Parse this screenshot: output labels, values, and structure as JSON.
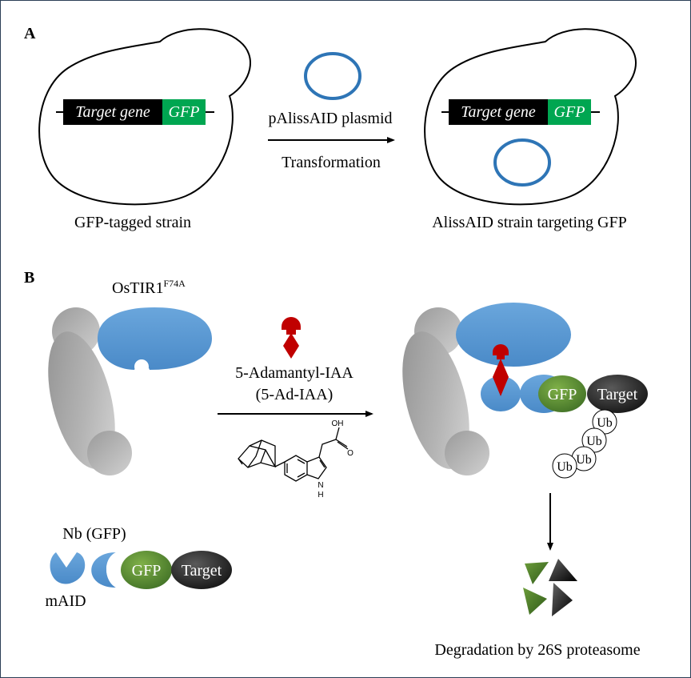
{
  "panel_a": {
    "label": "A",
    "left_gene_label": "Target gene",
    "left_tag_label": "GFP",
    "left_caption": "GFP-tagged strain",
    "plasmid_label": "pAlissAID plasmid",
    "arrow_label": "Transformation",
    "right_gene_label": "Target gene",
    "right_tag_label": "GFP",
    "right_caption": "AlissAID strain targeting GFP"
  },
  "panel_b": {
    "label": "B",
    "receptor_label": "OsTIR1",
    "receptor_superscript": "F74A",
    "ligand_name": "5-Adamantyl-IAA",
    "ligand_abbrev": "(5-Ad-IAA)",
    "molecule_label_oh": "OH",
    "molecule_label_o": "O",
    "molecule_label_nh": "N",
    "molecule_label_h": "H",
    "nb_label": "Nb (GFP)",
    "maid_label": "mAID",
    "gfp_label": "GFP",
    "target_label": "Target",
    "ub_label": "Ub",
    "degradation_caption": "Degradation by 26S proteasome"
  },
  "colors": {
    "black_box": "#000000",
    "gfp_green_box": "#00a651",
    "plasmid_blue": "#2e75b6",
    "receptor_blue": "#5b9bd5",
    "skp_gray": "#a6a6a6",
    "auxin_red": "#c00000",
    "gfp_protein_green": "#548235",
    "target_dark": "#262626"
  }
}
